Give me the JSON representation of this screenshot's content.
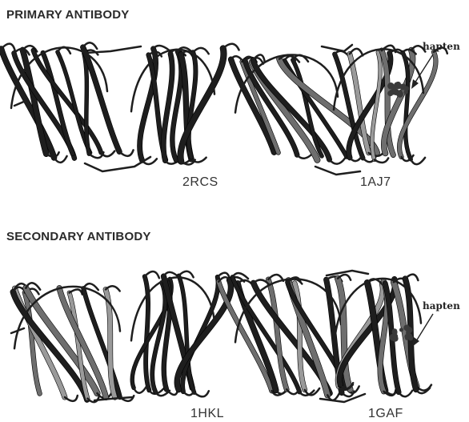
{
  "primary": {
    "title": "PRIMARY ANTIBODY",
    "structures": [
      {
        "label": "2RCS",
        "hapten": null
      },
      {
        "label": "1AJ7",
        "hapten": "hapten"
      }
    ]
  },
  "secondary": {
    "title": "SECONDARY ANTIBODY",
    "structures": [
      {
        "label": "1HKL",
        "hapten": null
      },
      {
        "label": "1GAF",
        "hapten": "hapten"
      }
    ]
  },
  "colors": {
    "ribbon_dark": "#1e1e1e",
    "ribbon_mid": "#6e6e6e",
    "ribbon_light": "#9a9a9a",
    "hapten_blob": "#3a3a3a"
  }
}
